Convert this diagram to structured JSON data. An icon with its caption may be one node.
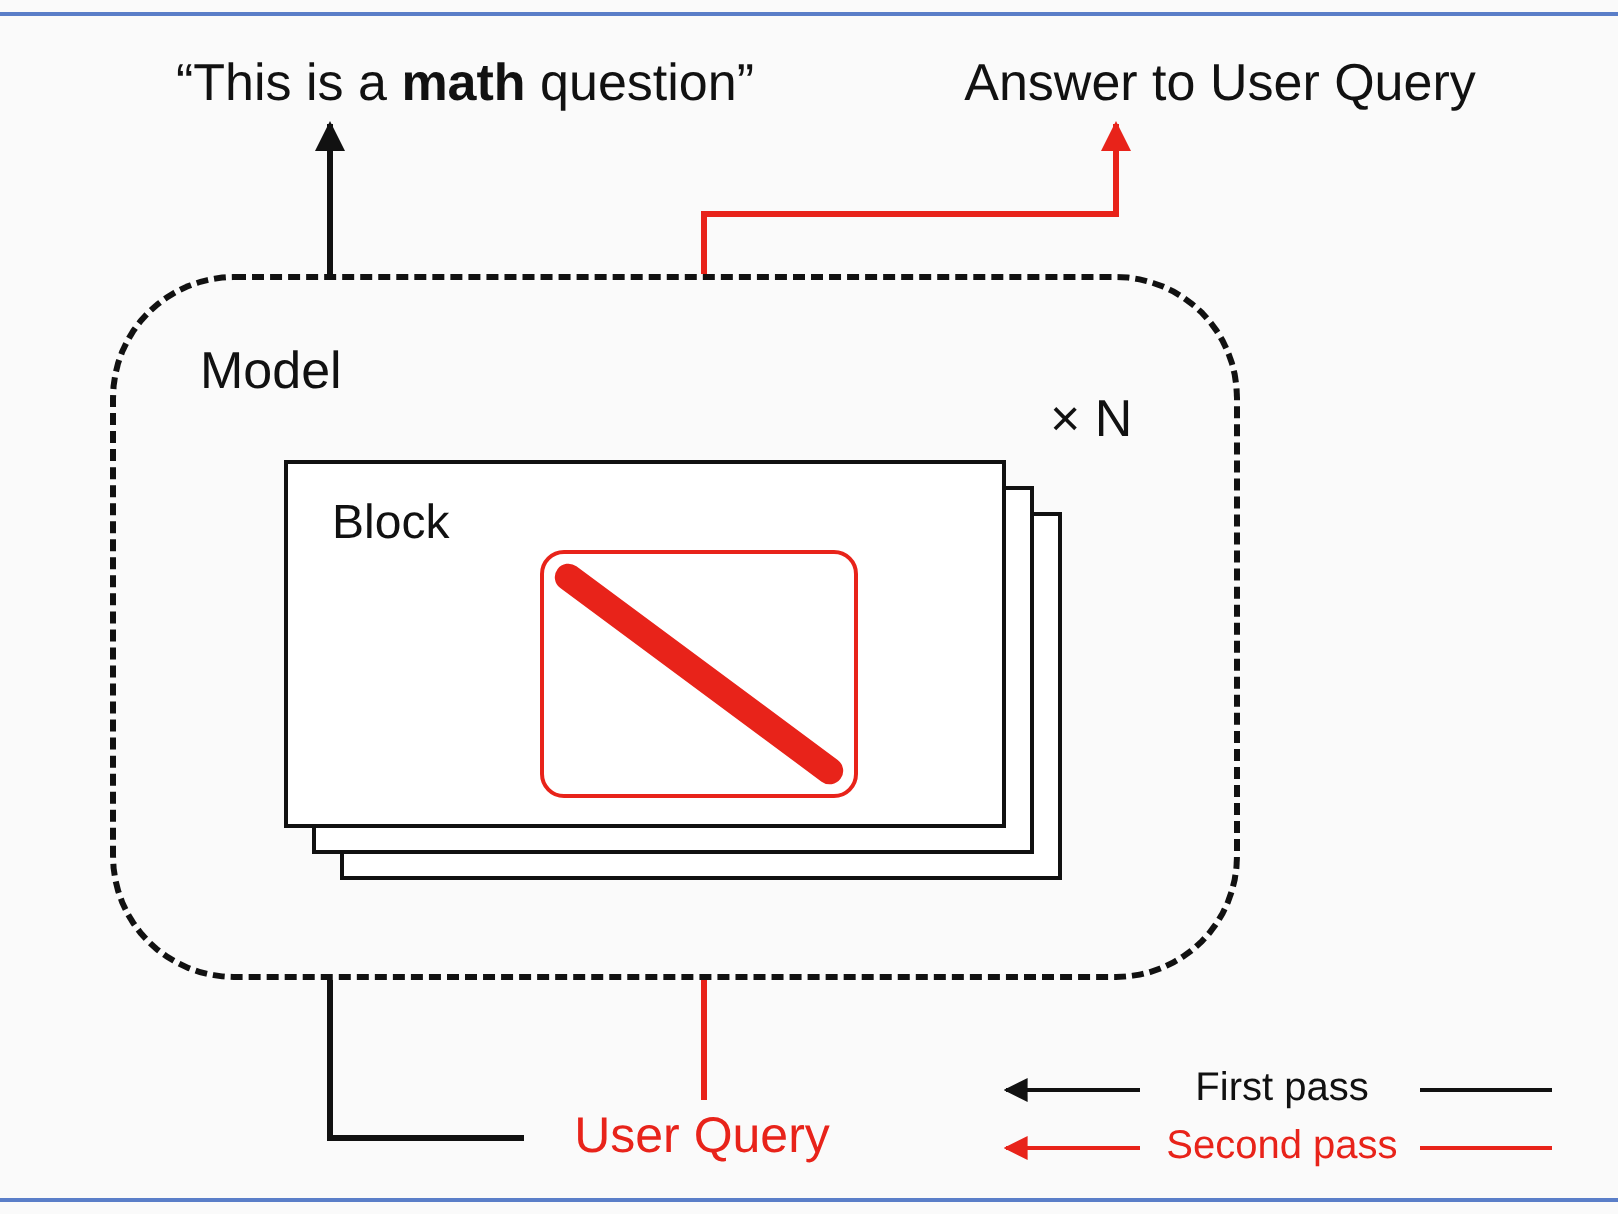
{
  "diagram": {
    "nodes": [
      {
        "text": [
          "“This is a **math** question”"
        ]
      },
      {
        "text": [
          "Answer to User Query"
        ]
      },
      {
        "text": [
          "Model"
        ]
      },
      {
        "text": [
          "Block"
        ],
        "in": 2,
        "beside": [
          "× N"
        ]
      },
      {
        "text": [],
        "shape": "box",
        "in": 3
      },
      {
        "text": [
          "User Query"
        ]
      }
    ],
    "edges": [
      {
        "from": 2,
        "to": 0,
        "arrow": "to"
      },
      {
        "from": 2,
        "to": 1,
        "arrow": "to",
        "color": "#e8231a"
      },
      {
        "from": 5,
        "to": 2,
        "arrow": "none"
      },
      {
        "from": 5,
        "to": 2,
        "arrow": "none",
        "color": "#e8231a"
      }
    ],
    "legend": [
      {
        "text": "First pass"
      },
      {
        "text": "Second pass"
      }
    ]
  }
}
